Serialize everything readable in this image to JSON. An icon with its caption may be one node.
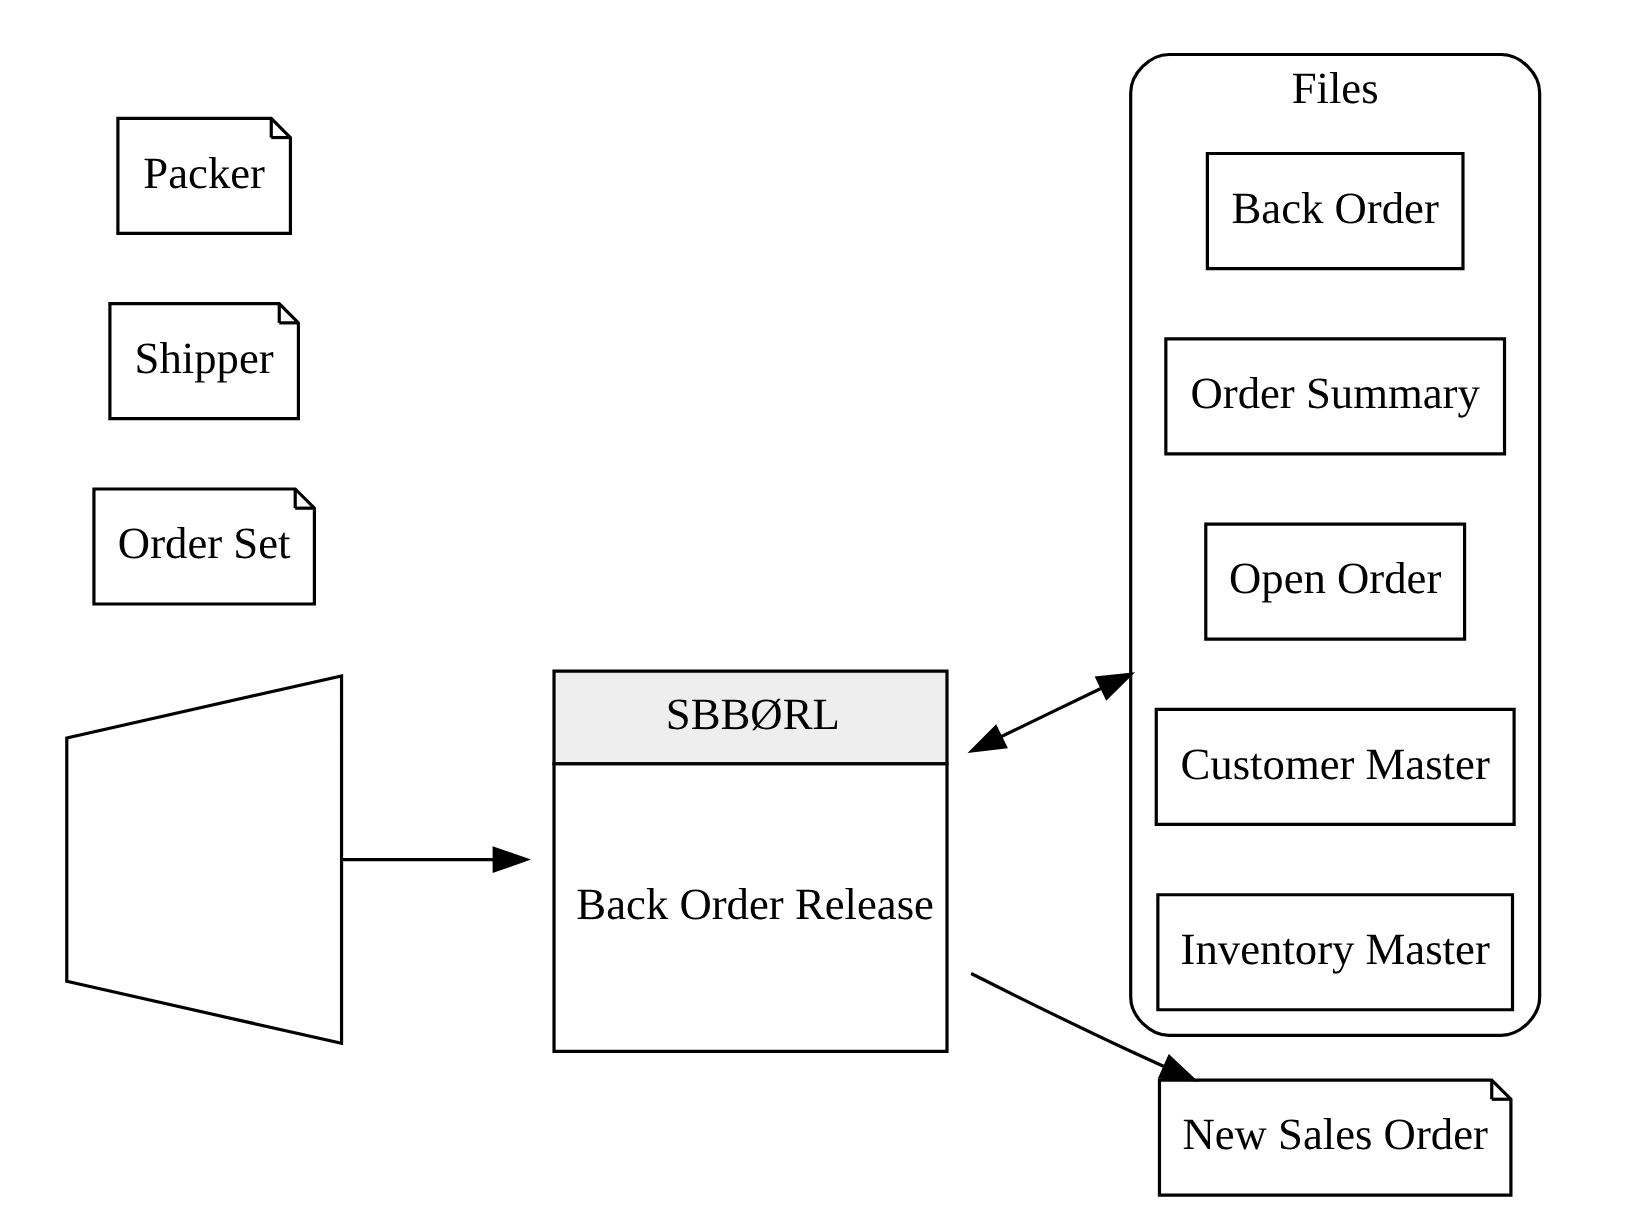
{
  "diagram": {
    "nodes": [
      {
        "text": [
          "Packer"
        ]
      },
      {
        "text": [
          "Shipper"
        ]
      },
      {
        "text": [
          "Order Set"
        ]
      },
      {
        "text": [],
        "shape": "trapezium"
      },
      {
        "text": [
          "SBBØRL",
          "Back Order Release"
        ]
      },
      {
        "text": [
          "Files"
        ]
      },
      {
        "text": [
          "Inventory Master"
        ],
        "in": 5
      },
      {
        "text": [
          "Customer Master"
        ],
        "in": 5
      },
      {
        "text": [
          "Open Order"
        ],
        "in": 5
      },
      {
        "text": [
          "Order Summary"
        ],
        "in": 5
      },
      {
        "text": [
          "Back Order"
        ],
        "in": 5
      },
      {
        "text": [
          "New Sales Order"
        ]
      }
    ],
    "edges": [
      {
        "from": 3,
        "to": 4,
        "arrow": "to"
      },
      {
        "from": 4,
        "to": 5,
        "arrow": "both"
      },
      {
        "from": 4,
        "to": 11,
        "arrow": "to"
      }
    ]
  }
}
